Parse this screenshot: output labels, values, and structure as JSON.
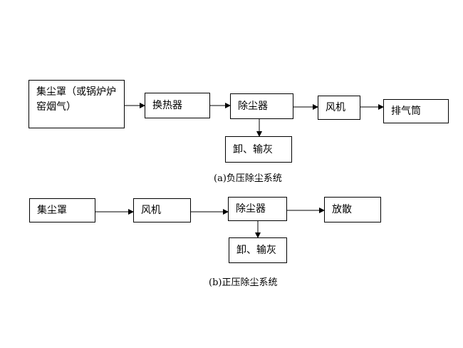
{
  "diagram_a": {
    "caption": "(a)负压除尘系统",
    "nodes": {
      "hood": "集尘罩（或锅炉炉窑烟气）",
      "heat_exchanger": "换热器",
      "dust_collector": "除尘器",
      "fan": "风机",
      "chimney": "排气筒",
      "discharge": "卸、输灰"
    }
  },
  "diagram_b": {
    "caption": "(b)正压除尘系统",
    "nodes": {
      "hood": "集尘罩",
      "fan": "风机",
      "dust_collector": "除尘器",
      "release": "放散",
      "discharge": "卸、输灰"
    }
  },
  "colors": {
    "stroke": "#000000",
    "background": "#ffffff"
  }
}
